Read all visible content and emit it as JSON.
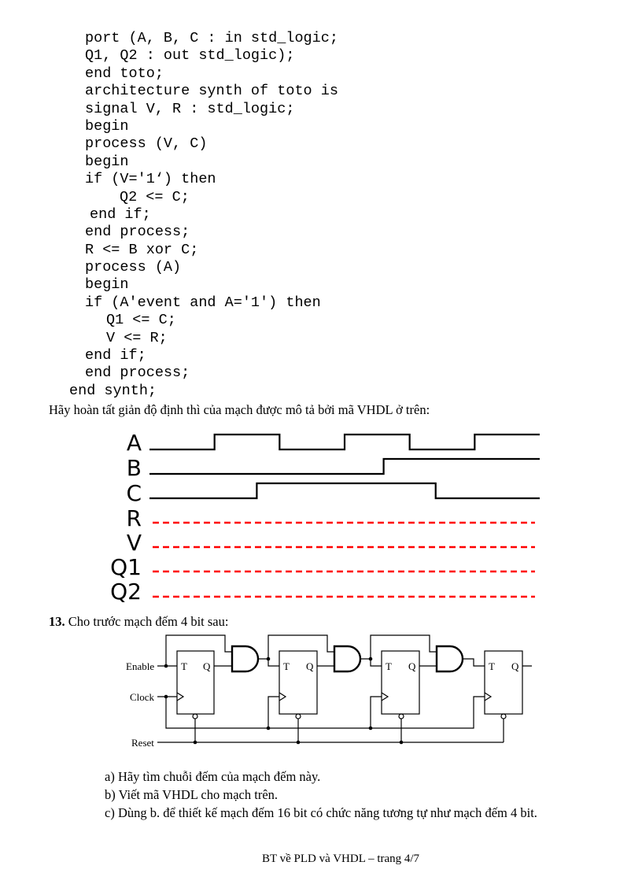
{
  "code_lines": [
    {
      "indent": 108,
      "text": "port (A, B, C : in std_logic;"
    },
    {
      "indent": 108,
      "text": "Q1, Q2 : out std_logic);"
    },
    {
      "indent": 108,
      "text": "end toto;"
    },
    {
      "indent": 108,
      "text": "architecture synth of toto is"
    },
    {
      "indent": 108,
      "text": "signal V, R : std_logic;"
    },
    {
      "indent": 108,
      "text": "begin"
    },
    {
      "indent": 108,
      "text": "process (V, C)"
    },
    {
      "indent": 108,
      "text": "begin"
    },
    {
      "indent": 108,
      "text": "if (V='1‘) then"
    },
    {
      "indent": 152,
      "text": "Q2 <= C;"
    },
    {
      "indent": 114,
      "text": "end if;"
    },
    {
      "indent": 108,
      "text": "end process;"
    },
    {
      "indent": 108,
      "text": "R <= B xor C;"
    },
    {
      "indent": 108,
      "text": "process (A)"
    },
    {
      "indent": 108,
      "text": "begin"
    },
    {
      "indent": 108,
      "text": "if (A'event and A='1') then"
    },
    {
      "indent": 135,
      "text": "Q1 <= C;"
    },
    {
      "indent": 135,
      "text": "V <= R;"
    },
    {
      "indent": 108,
      "text": "end if;"
    },
    {
      "indent": 108,
      "text": "end process;"
    },
    {
      "indent": 88,
      "text": "end synth;"
    }
  ],
  "instruction": "Hãy hoàn tất giản độ định thì của mạch được mô tả bởi mã VHDL ở trên:",
  "timing": {
    "duration": 12,
    "given": [
      {
        "name": "A",
        "initial": 0,
        "edges": [
          2,
          4,
          6,
          8,
          10
        ]
      },
      {
        "name": "B",
        "initial": 0,
        "edges": [
          7.2
        ]
      },
      {
        "name": "C",
        "initial": 0,
        "edges": [
          3.3,
          8.8
        ]
      }
    ],
    "to_complete": [
      "R",
      "V",
      "Q1",
      "Q2"
    ],
    "signal_color": "#000000",
    "blank_color": "#ff0000"
  },
  "question13": {
    "number": "13.",
    "text": " Cho trước mạch đếm 4 bit sau:"
  },
  "circuit": {
    "labels": {
      "enable": "Enable",
      "clock": "Clock",
      "reset": "Reset",
      "t": "T",
      "q": "Q"
    }
  },
  "tasks": [
    "a)  Hãy tìm chuỗi đếm của mạch đếm này.",
    "b)  Viết mã VHDL cho mạch trên.",
    "c)  Dùng b. để thiết kế mạch đếm 16 bit có chức năng tương tự như mạch đếm 4 bit."
  ],
  "footer": "BT về PLD và VHDL – trang 4/7"
}
